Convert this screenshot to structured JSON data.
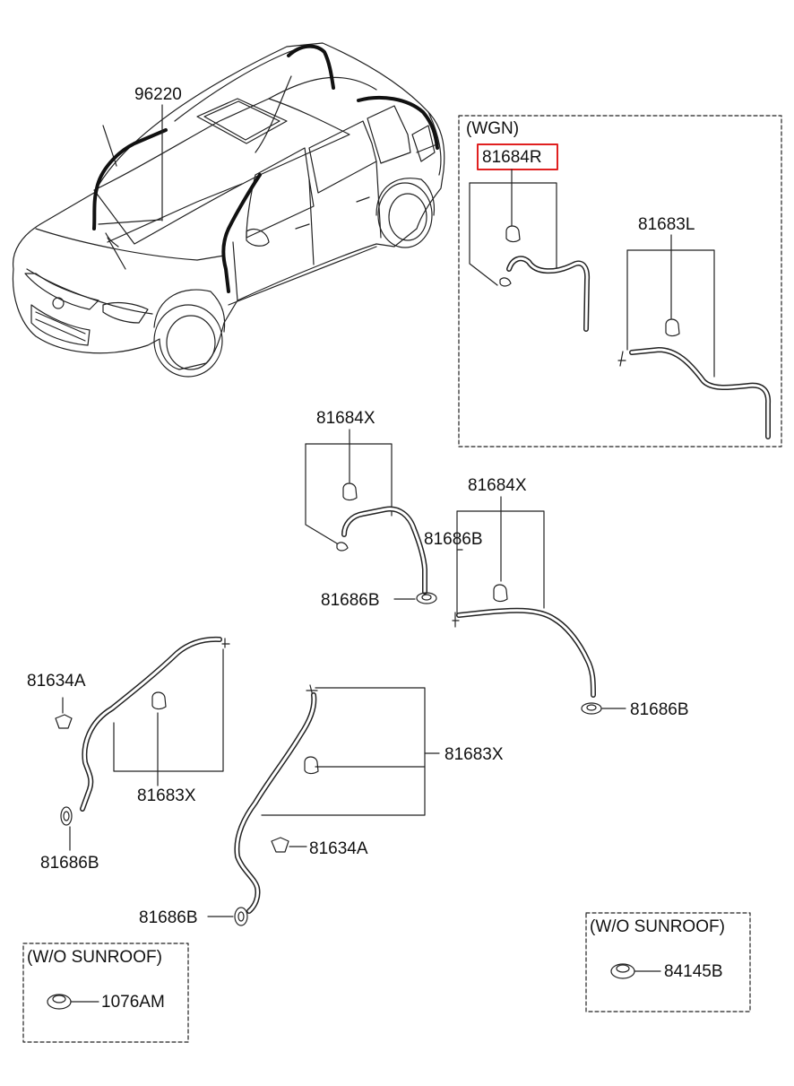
{
  "diagram": {
    "parts": {
      "p96220": "96220",
      "p81684R": "81684R",
      "p81683L": "81683L",
      "p81684X_a": "81684X",
      "p81684X_b": "81684X",
      "p81686B_a": "81686B",
      "p81686B_b": "81686B",
      "p81686B_c": "81686B",
      "p81686B_d": "81686B",
      "p81686B_e": "81686B",
      "p81634A_a": "81634A",
      "p81634A_b": "81634A",
      "p81683X_a": "81683X",
      "p81683X_b": "81683X",
      "p1076AM": "1076AM",
      "p84145B": "84145B"
    },
    "groups": {
      "wgn": "(WGN)",
      "wo_sunroof_left": "(W/O SUNROOF)",
      "wo_sunroof_right": "(W/O SUNROOF)"
    },
    "highlight_color": "#e02020",
    "line_color": "#111111"
  }
}
